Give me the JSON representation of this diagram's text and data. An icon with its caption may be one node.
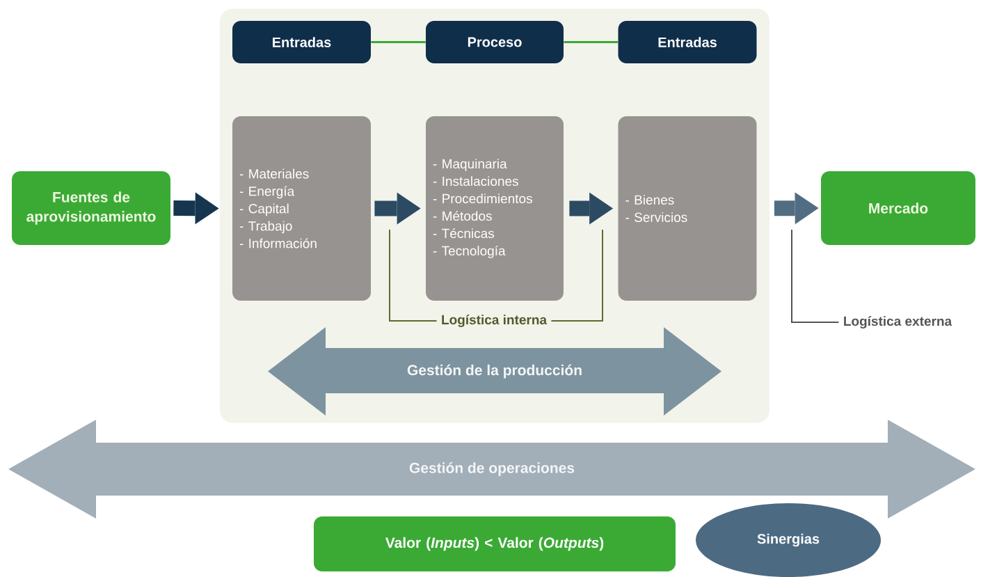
{
  "diagram": {
    "nodes": [
      {
        "text": [
          "Fuentes de aprovisionamiento"
        ]
      },
      {
        "text": [],
        "shape": "box"
      },
      {
        "text": [
          "Entradas"
        ],
        "in": 1
      },
      {
        "text": [
          "Proceso"
        ],
        "in": 1
      },
      {
        "text": [
          "Entradas"
        ],
        "in": 1
      },
      {
        "text": [
          "- Materiales",
          "- Energía",
          "- Capital",
          "- Trabajo",
          "- Información"
        ],
        "in": 1
      },
      {
        "text": [
          "- Maquinaria",
          "- Instalaciones",
          "- Procedimientos",
          "- Métodos",
          "- Técnicas",
          "- Tecnología"
        ],
        "in": 1
      },
      {
        "text": [
          "- Bienes",
          "- Servicios"
        ],
        "in": 1
      },
      {
        "text": [
          "Logística interna"
        ],
        "in": 1
      },
      {
        "text": [
          "Gestión de la producción"
        ],
        "in": 1
      },
      {
        "text": [
          "Mercado"
        ]
      },
      {
        "text": [
          "Logística externa"
        ]
      },
      {
        "text": [
          "Gestión de operaciones"
        ]
      },
      {
        "text": [
          "Valor (*Inputs*) < Valor (*Outputs*)"
        ]
      },
      {
        "text": [
          "Sinergias"
        ]
      }
    ],
    "edges": [
      {
        "from": 2,
        "to": 3,
        "arrow": "none",
        "color": "#3aaa35"
      },
      {
        "from": 3,
        "to": 4,
        "arrow": "none",
        "color": "#3aaa35"
      },
      {
        "from": 0,
        "to": 5,
        "arrow": "to",
        "style": "thick",
        "color": "#163650"
      },
      {
        "from": 5,
        "to": 6,
        "arrow": "to",
        "style": "thick",
        "color": "#2d4a63"
      },
      {
        "from": 6,
        "to": 7,
        "arrow": "to",
        "style": "thick",
        "color": "#2d4a63"
      },
      {
        "from": 7,
        "to": 10,
        "arrow": "to",
        "style": "thick",
        "color": "#526d82"
      },
      {
        "from": 8,
        "to": null,
        "arrow": "none",
        "color": "#5d6b2f"
      },
      {
        "from": 8,
        "to": null,
        "arrow": "none",
        "color": "#5d6b2f"
      },
      {
        "from": 11,
        "to": null,
        "arrow": "none",
        "color": "#555555"
      }
    ]
  }
}
